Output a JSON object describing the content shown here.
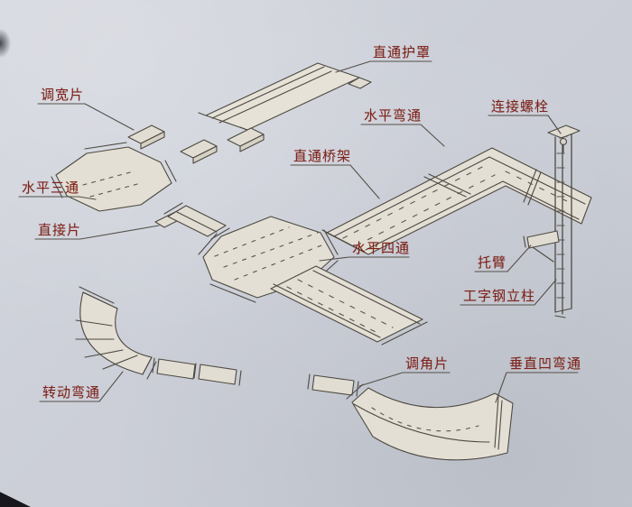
{
  "labels": [
    {
      "id": "straight-cover",
      "text": "直通护罩"
    },
    {
      "id": "width-adjust-piece",
      "text": "调宽片"
    },
    {
      "id": "horizontal-bend",
      "text": "水平弯通"
    },
    {
      "id": "connecting-bolt",
      "text": "连接螺栓"
    },
    {
      "id": "straight-tray",
      "text": "直通桥架"
    },
    {
      "id": "horizontal-tee",
      "text": "水平三通"
    },
    {
      "id": "direct-piece",
      "text": "直接片"
    },
    {
      "id": "horizontal-cross",
      "text": "水平四通"
    },
    {
      "id": "support-arm",
      "text": "托臂"
    },
    {
      "id": "i-beam-column",
      "text": "工字钢立柱"
    },
    {
      "id": "angle-adjust-piece",
      "text": "调角片"
    },
    {
      "id": "vertical-concave-bend",
      "text": "垂直凹弯通"
    },
    {
      "id": "rotating-bend",
      "text": "转动弯通"
    }
  ],
  "colors": {
    "background": "#cdd1d9",
    "ink": "#4e4a42",
    "label_text": "#7e231b",
    "tray_fill": "#ded9cd"
  }
}
